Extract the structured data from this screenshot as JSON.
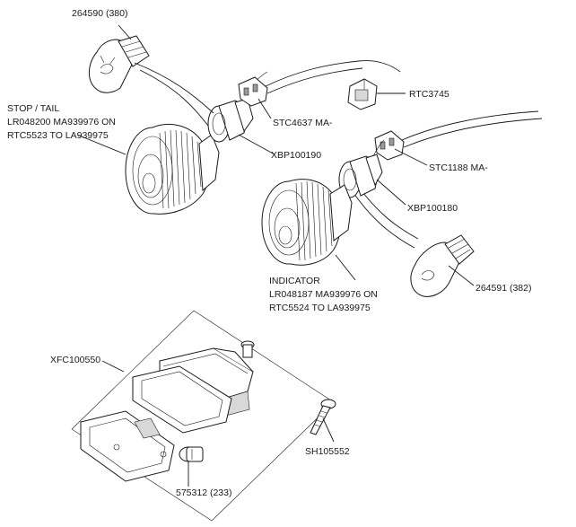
{
  "labels": {
    "bulb_380": "264590 (380)",
    "stop_tail_1": "STOP / TAIL",
    "stop_tail_2": "LR048200 MA939976 ON",
    "stop_tail_3": "RTC5523 TO LA939975",
    "harness_1": "STC4637 MA-",
    "holder_1": "XBP100190",
    "connector": "RTC3745",
    "harness_2": "STC1188 MA-",
    "holder_2": "XBP100180",
    "indicator_1": "INDICATOR",
    "indicator_2": "LR048187 MA939976 ON",
    "indicator_3": "RTC5524 TO LA939975",
    "bulb_382": "264591 (382)",
    "plate_lamp": "XFC100550",
    "screw": "SH105552",
    "bulb_233": "575312 (233)"
  }
}
